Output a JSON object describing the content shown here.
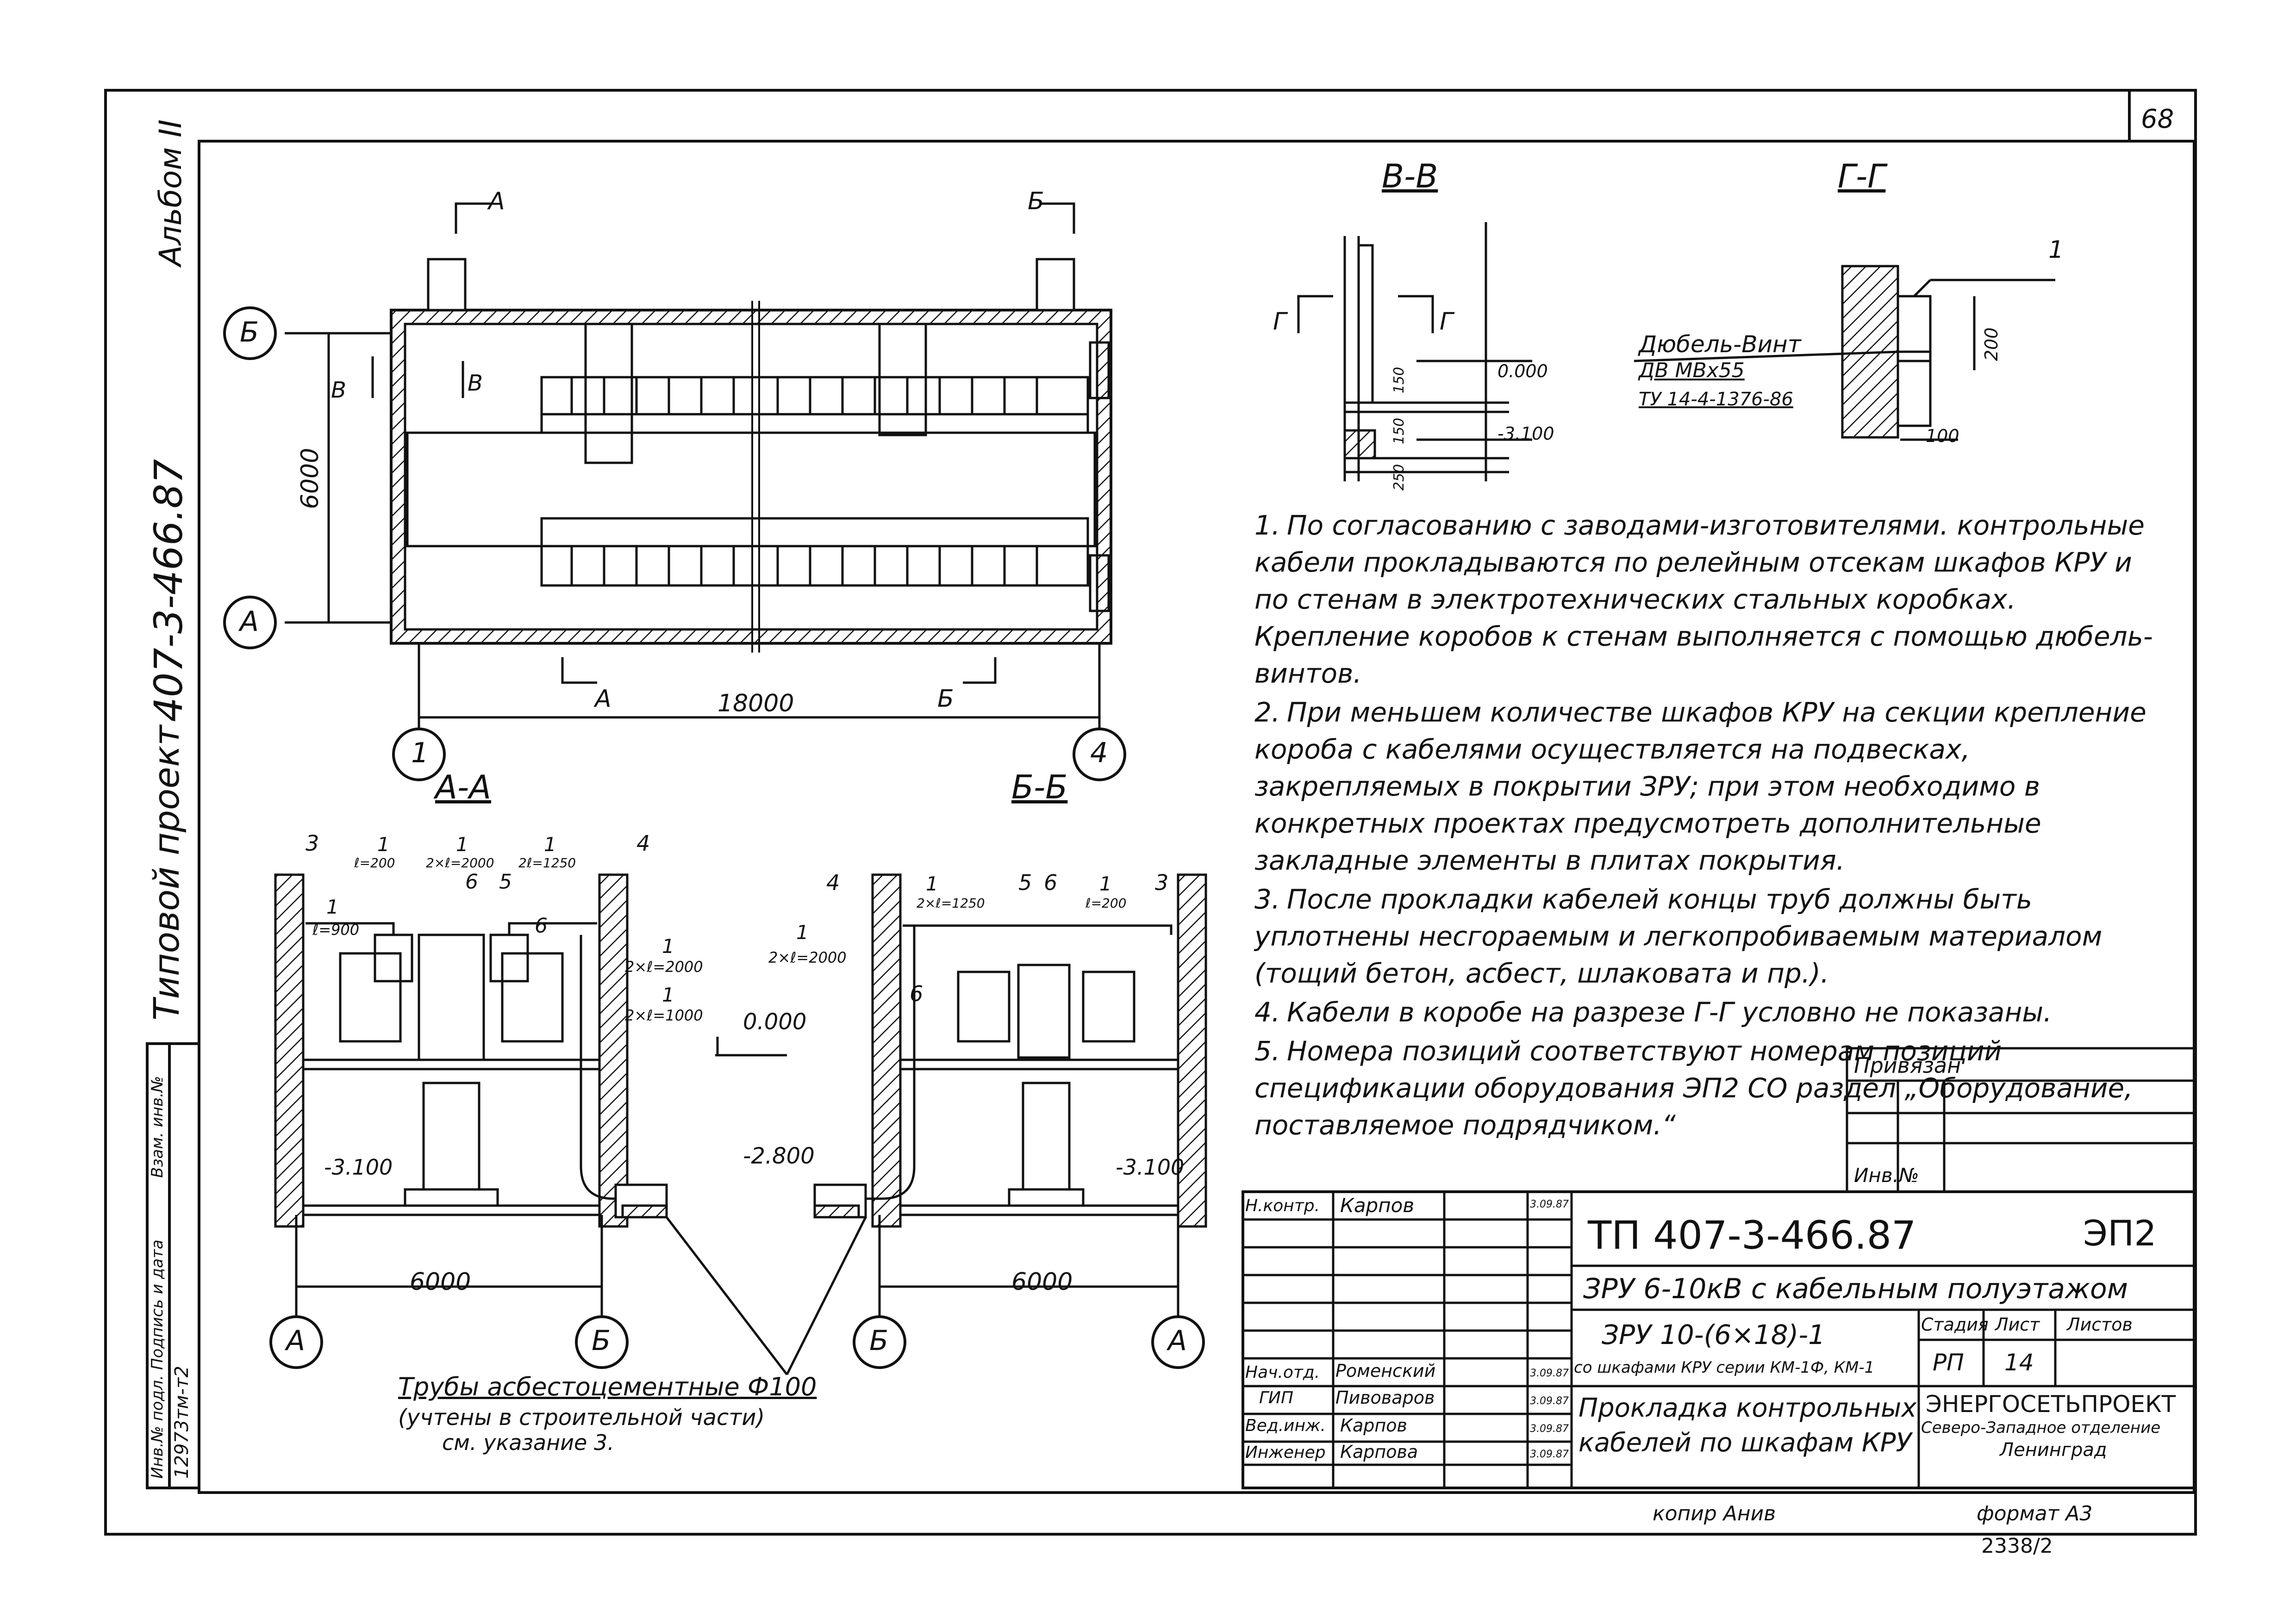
{
  "page": {
    "number": "68"
  },
  "side": {
    "album": "Альбом II",
    "project_label": "Типовой проект",
    "project_number": "407-3-466.87",
    "stamp_inv": "Инв.№ подл.",
    "stamp_sign": "Подпись и дата",
    "stamp_vz": "Взам. инв.№",
    "inv_value": "12973тм-т2"
  },
  "plan": {
    "axis_b": "Б",
    "axis_a": "А",
    "axis_1": "1",
    "axis_4": "4",
    "dim_height": "6000",
    "dim_length": "18000",
    "cut_a": "А",
    "cut_b": "Б",
    "cut_v": "В"
  },
  "section_vv": {
    "title": "В-В",
    "cut_g": "Г",
    "level_0": "0.000",
    "level_m": "-3.100",
    "d150a": "150",
    "d150b": "150",
    "d250": "250"
  },
  "section_gg": {
    "title": "Г-Г",
    "dowel_1": "Дюбель-Винт",
    "dowel_2": "ДВ МВх55",
    "dowel_3": "ТУ 14-4-1376-86",
    "d200": "200",
    "d100": "100",
    "pos": "1"
  },
  "section_aa": {
    "title": "А-А",
    "lbl_3": "3",
    "lbl_1a": "1",
    "l200": "ℓ=200",
    "lbl_1b": "1",
    "l2000": "2×ℓ=2000",
    "lbl_1c": "1",
    "l1250": "2ℓ=1250",
    "lbl_4": "4",
    "lbl_1d": "1",
    "l900": "ℓ=900",
    "lbl_6a": "6",
    "lbl_5": "5",
    "lbl_6b": "6",
    "lbl_1e": "1",
    "l2x2000": "2×ℓ=2000",
    "lbl_1f": "1",
    "l2x1000": "2×ℓ=1000",
    "lev0": "0.000",
    "lev_m": "-3.100",
    "dim": "6000",
    "axis_a": "А",
    "axis_b": "Б"
  },
  "section_bb": {
    "title": "Б-Б",
    "lbl_4": "4",
    "lbl_1": "1",
    "l1250": "2×ℓ=1250",
    "lbl_5": "5",
    "lbl_6": "6",
    "lbl_1b": "1",
    "l200": "ℓ=200",
    "lbl_3": "3",
    "lbl_1c": "1",
    "l2000": "2×ℓ=2000",
    "lbl_6b": "6",
    "lev_m": "-3.100",
    "dim": "6000",
    "axis_b": "Б",
    "axis_a": "А"
  },
  "level_mid": "-2.800",
  "pipes_note": {
    "l1": "Трубы асбестоцементные Ф100",
    "l2": "(учтены в строительной части)",
    "l3": "см. указание 3."
  },
  "notes": [
    {
      "n": "1.",
      "text": "По согласованию с заводами-изготовителями. контрольные кабели прокладываются по релейным отсекам шкафов КРУ и по стенам в электротехнических стальных коробках. Крепление коробов к стенам выполняется с помощью дюбель-винтов."
    },
    {
      "n": "2.",
      "text": "При меньшем количестве шкафов КРУ на секции крепление короба с кабелями осуществляется на подвесках, закрепляемых в покрытии ЗРУ; при этом необходимо в конкретных проектах предусмотреть дополнительные закладные элементы в плитах покрытия."
    },
    {
      "n": "3.",
      "text": "После прокладки кабелей концы труб должны быть уплотнены несгораемым и легкопробиваемым материалом (тощий бетон, асбест, шлаковата и пр.)."
    },
    {
      "n": "4.",
      "text": "Кабели в коробе на разрезе Г-Г условно не показаны."
    },
    {
      "n": "5.",
      "text": "Номера позиций соответствуют номерам позиций спецификации оборудования ЭП2 СО раздел „Оборудование, поставляемое подрядчиком.“"
    }
  ],
  "stamp": {
    "privyazan": "Привязан",
    "inv_no": "Инв.№",
    "n_kontr": "Н.контр.",
    "n_kontr_name": "Карпов",
    "n_kontr_date": "3.09.87",
    "nach_otd": "Нач.отд.",
    "nach_otd_name": "Роменский",
    "nach_otd_date": "3.09.87",
    "gip": "ГИП",
    "gip_name": "Пивоваров",
    "gip_date": "3.09.87",
    "ved_inzh": "Вед.инж.",
    "ved_inzh_name": "Карпов",
    "ved_inzh_date": "3.09.87",
    "inzhener": "Инженер",
    "inzhener_name": "Карпова",
    "inzhener_date": "3.09.87",
    "doc_code": "ТП 407-3-466.87",
    "section": "ЭП2",
    "title": "ЗРУ 6-10кВ с кабельным полуэтажом",
    "sub1": "ЗРУ 10-(6×18)-1",
    "sub2": "со шкафами КРУ серии КМ-1Ф, КМ-1",
    "sheet_title_1": "Прокладка контрольных",
    "sheet_title_2": "кабелей по шкафам КРУ",
    "stadiya_lbl": "Стадия",
    "list_lbl": "Лист",
    "listov_lbl": "Листов",
    "stadiya": "РП",
    "list": "14",
    "listov": "",
    "org_1": "ЭНЕРГОСЕТЬПРОЕКТ",
    "org_2": "Северо-Западное отделение",
    "org_3": "Ленинград"
  },
  "footer": {
    "kopir": "копир Анив",
    "format": "формат А3",
    "code": "2338/2"
  }
}
